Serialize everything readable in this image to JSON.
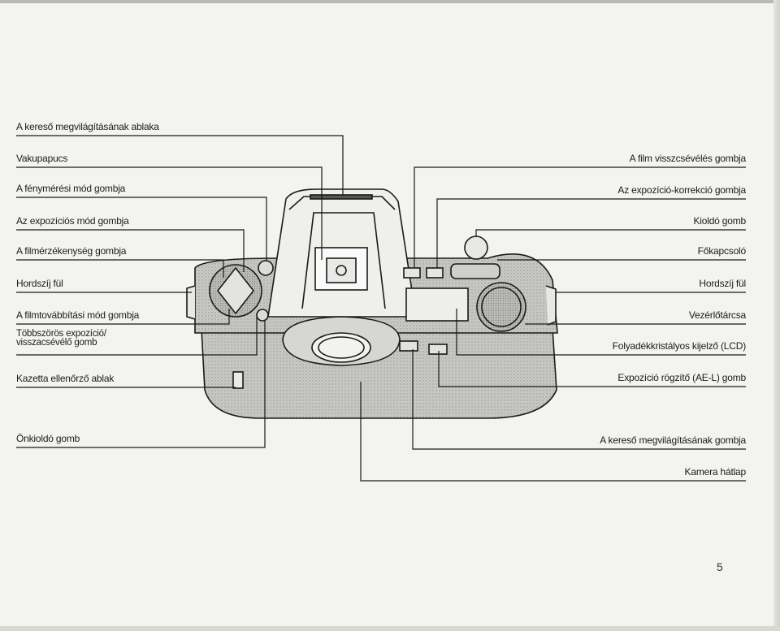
{
  "labels_left": [
    "A kereső megvilágításának ablaka",
    "Vakupapucs",
    "A fénymérési mód gombja",
    "Az expozíciós mód gombja",
    "A filmérzékenység gombja",
    "Hordszíj fül",
    "A filmtovábbítási mód gombja",
    "Többszörös expozíció/\nvisszacsévélő gomb",
    "Kazetta ellenőrző ablak",
    "Önkioldó gomb"
  ],
  "labels_right": [
    "A film visszcsévélés gombja",
    "Az expozíció-korrekció gombja",
    "Kioldó gomb",
    "Főkapcsoló",
    "Hordszíj fül",
    "Vezérlőtárcsa",
    "Folyadékkristályos kijelző (LCD)",
    "Expozíció rögzítő (AE-L) gomb",
    "A kereső megvilágításának gombja",
    "Kamera hátlap"
  ],
  "page_number": "5"
}
